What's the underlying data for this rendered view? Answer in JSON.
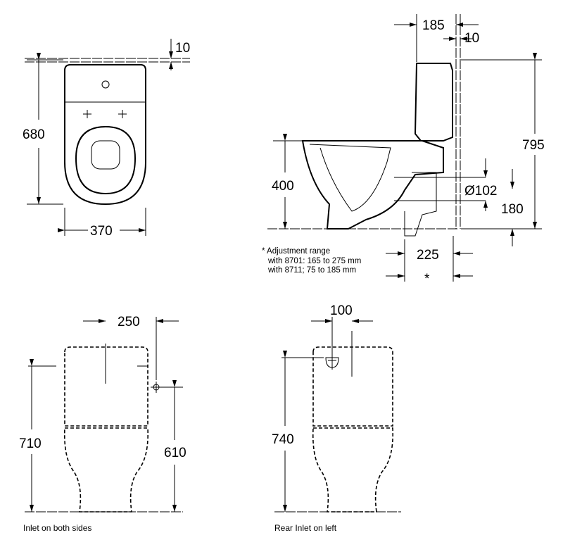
{
  "top_view": {
    "depth": "680",
    "width": "370",
    "wall_gap": "10"
  },
  "side_view": {
    "height_seat": "400",
    "overall_height": "795",
    "tank_depth": "185",
    "wall_gap": "10",
    "outlet_diameter": "Ø102",
    "outlet_height": "180",
    "outlet_distance": "225",
    "asterisk": "*",
    "note": {
      "title": "* Adjustment range",
      "line1": "with 8701: 165 to 275 mm",
      "line2": "with 8711;   75 to 185 mm"
    }
  },
  "front_view_left": {
    "inlet_spacing": "250",
    "height": "710",
    "inlet_height": "610",
    "caption": "Inlet on both sides"
  },
  "front_view_right": {
    "inlet_offset": "100",
    "height": "740",
    "caption": "Rear Inlet on left"
  }
}
